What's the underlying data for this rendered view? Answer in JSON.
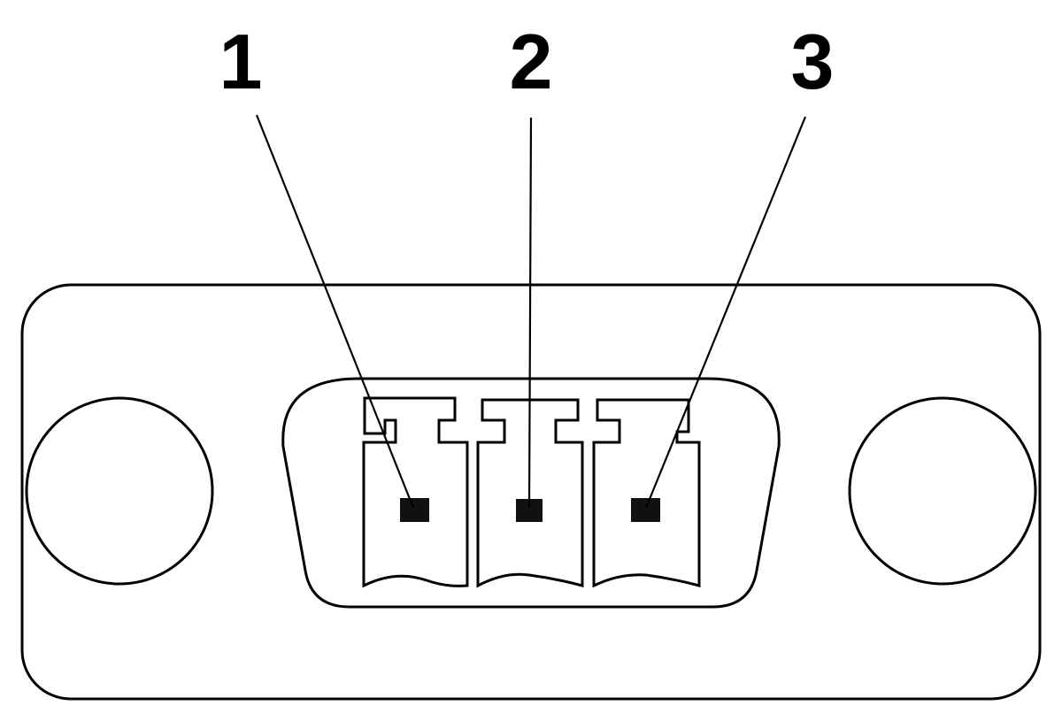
{
  "diagram": {
    "callouts": [
      {
        "label": "1"
      },
      {
        "label": "2"
      },
      {
        "label": "3"
      }
    ]
  },
  "colors": {
    "stroke": "#000000",
    "background": "#ffffff",
    "pin": "#111111"
  }
}
